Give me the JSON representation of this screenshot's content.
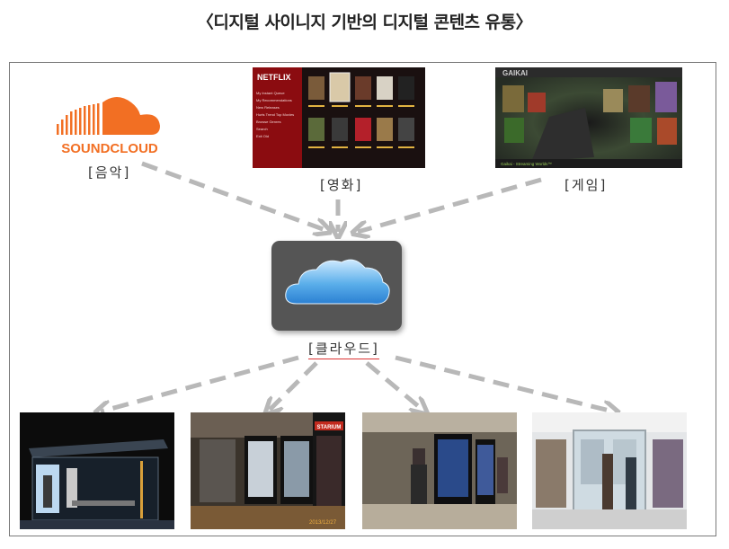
{
  "title": "〈디지털 사이니지 기반의 디지털 콘텐츠 유통〉",
  "sources": {
    "music": {
      "label": "[음악]",
      "logo_text": "SOUNDCLOUD",
      "icon": "soundcloud-icon"
    },
    "movie": {
      "label": "[영화]",
      "brand": "NETFLIX",
      "menu": [
        "My Instant Queue",
        "My Recommendations",
        "New Releases",
        "Hurts Trend Top Movies",
        "Browse Genres",
        "Search",
        "Exit Old"
      ]
    },
    "game": {
      "label": "[게임]",
      "brand": "GAIKAI",
      "footer": "Gaikai - Streaming Worlds™"
    }
  },
  "hub": {
    "label": "[클라우드]",
    "icon": "cloud-icon"
  },
  "outputs": [
    {
      "name": "bus-shelter-signage"
    },
    {
      "name": "pillar-signage",
      "brand": "STARIUM",
      "date": "2013/12/27"
    },
    {
      "name": "subway-kiosk-signage"
    },
    {
      "name": "store-window-signage"
    }
  ],
  "colors": {
    "arrow": "#b8b8b8",
    "soundcloud": "#f26f23",
    "netflix": "#b1060f",
    "cloud": "#5aaeea",
    "hub_bg": "#555555"
  }
}
